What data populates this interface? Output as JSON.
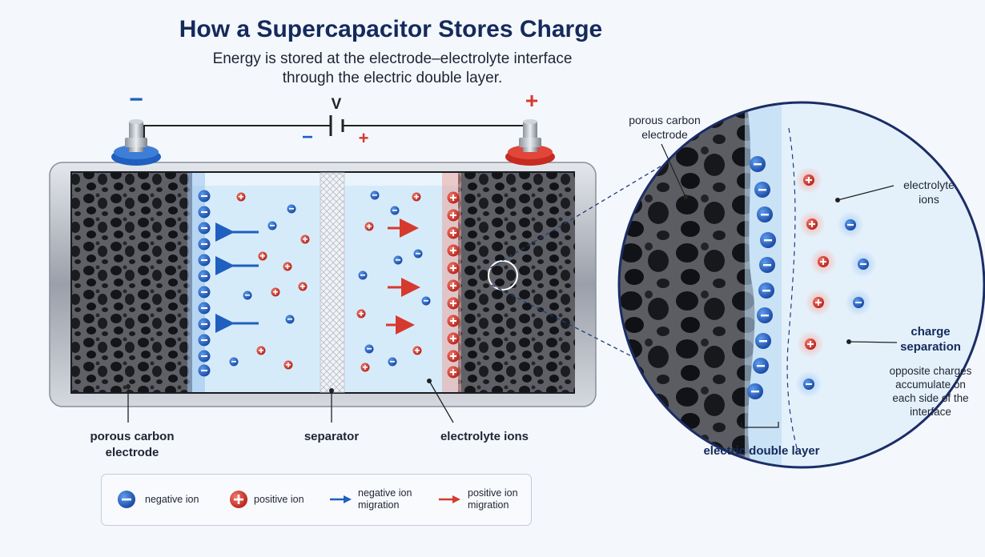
{
  "title": "How a Supercapacitor Stores Charge",
  "subtitle_line1": "Energy is stored at the electrode–electrolyte interface",
  "subtitle_line2": "through the electric double layer.",
  "terminals": {
    "negative_sign": "−",
    "positive_sign": "+",
    "voltage_label": "V",
    "source_negative": "−",
    "source_positive": "+"
  },
  "labels": {
    "porous_carbon_electrode_line1": "porous carbon",
    "porous_carbon_electrode_line2": "electrode",
    "separator": "separator",
    "electrolyte_ions": "electrolyte ions"
  },
  "zoom": {
    "porous_carbon_electrode_line1": "porous carbon",
    "porous_carbon_electrode_line2": "electrode",
    "electrolyte_ions_line1": "electrolyte",
    "electrolyte_ions_line2": "ions",
    "charge_separation_line1": "charge",
    "charge_separation_line2": "separation",
    "description_line1": "opposite charges",
    "description_line2": "accumulate on",
    "description_line3": "each side of the",
    "description_line4": "interface",
    "double_layer": "electric double layer"
  },
  "legend": {
    "negative_ion": "negative ion",
    "positive_ion": "positive ion",
    "negative_migration_line1": "negative ion",
    "negative_migration_line2": "migration",
    "positive_migration_line1": "positive ion",
    "positive_migration_line2": "migration"
  },
  "colors": {
    "negative": "#1f5fbf",
    "positive": "#d63a2e",
    "title": "#142a5c",
    "electrolyte": "#d6ebfa"
  }
}
